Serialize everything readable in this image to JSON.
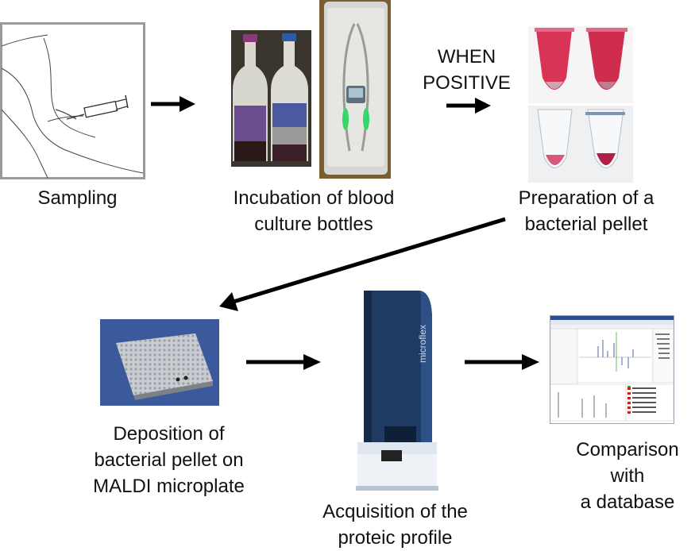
{
  "steps": {
    "sampling": "Sampling",
    "incubation": [
      "Incubation of blood",
      "culture bottles"
    ],
    "preparation": [
      "Preparation of a",
      "bacterial pellet"
    ],
    "deposition": [
      "Deposition of",
      "bacterial pellet on",
      "MALDI microplate"
    ],
    "acquisition": [
      "Acquisition of the",
      "proteic profile"
    ],
    "comparison": [
      "Comparison",
      "with",
      "a database"
    ]
  },
  "condition": [
    "WHEN",
    "POSITIVE"
  ],
  "instrument_brand": "microflex",
  "icons": [
    "syringe-sampling-sketch",
    "blood-culture-bottles-photo",
    "incubator-photo",
    "pellet-tubes-photo",
    "maldi-plate-photo",
    "mass-spectrometer-photo",
    "spectrum-software-screenshot"
  ]
}
